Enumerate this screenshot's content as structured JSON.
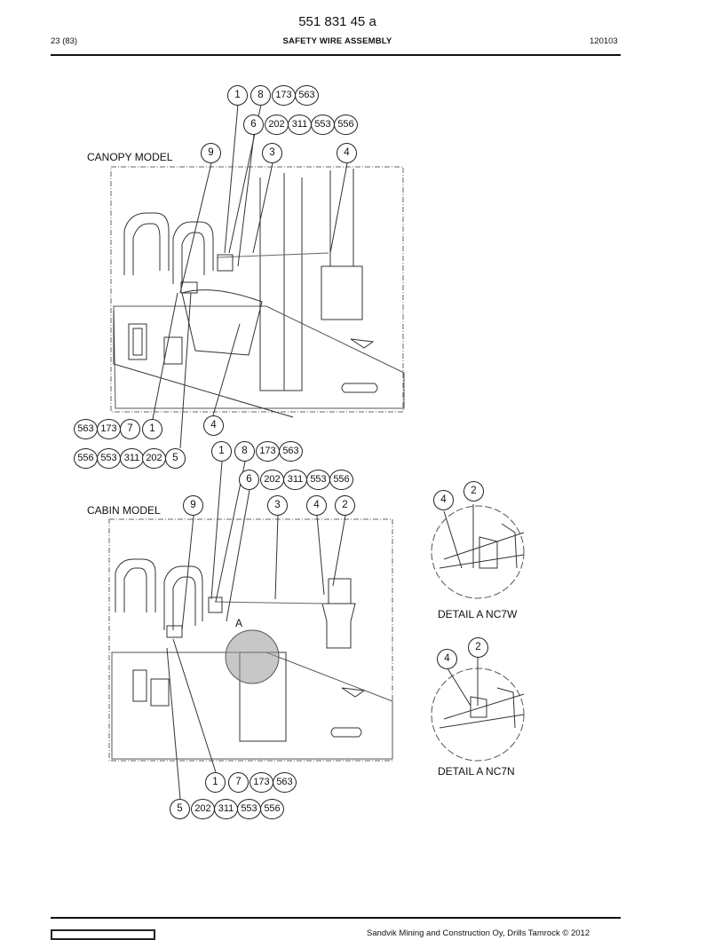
{
  "header": {
    "doc_number": "551 831 45 a",
    "page": "23 (83)",
    "title": "SAFETY WIRE ASSEMBLY",
    "code": "120103"
  },
  "labels": {
    "canopy": "CANOPY MODEL",
    "cabin": "CABIN MODEL",
    "detail_a": "A",
    "detail_nc7w": "DETAIL A NC7W",
    "detail_nc7n": "DETAIL A NC7N"
  },
  "callouts": {
    "canopy_row1": [
      "1",
      "8",
      "173",
      "563"
    ],
    "canopy_row2": [
      "6",
      "202",
      "311",
      "553",
      "556"
    ],
    "canopy_row3": [
      "9",
      "3",
      "4"
    ],
    "canopy_bottom1": [
      "563",
      "173",
      "7",
      "1"
    ],
    "canopy_bottom_4": "4",
    "canopy_bottom2": [
      "556",
      "553",
      "311",
      "202",
      "5"
    ],
    "cabin_row1": [
      "1",
      "8",
      "173",
      "563"
    ],
    "cabin_row2": [
      "6",
      "202",
      "311",
      "553",
      "556"
    ],
    "cabin_row3": [
      "9",
      "3",
      "4",
      "2"
    ],
    "cabin_bottom1": [
      "1",
      "7",
      "173",
      "563"
    ],
    "cabin_bottom2": [
      "5",
      "202",
      "311",
      "553",
      "556"
    ],
    "nc7w": [
      "4",
      "2"
    ],
    "nc7n": [
      "4",
      "2"
    ]
  },
  "footer": {
    "copyright": "Sandvik Mining and Construction Oy, Drills Tamrock © 2012"
  }
}
